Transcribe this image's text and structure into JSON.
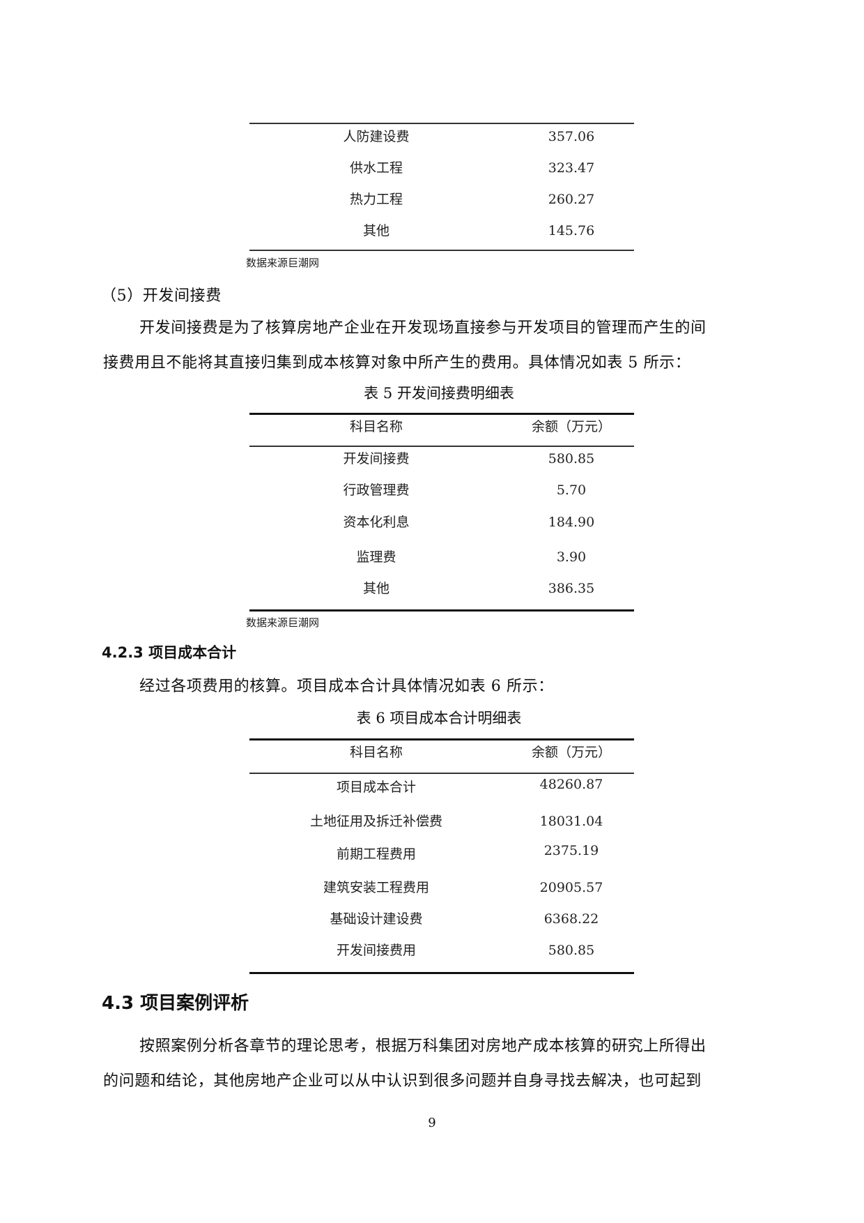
{
  "table_continued": {
    "rows": [
      {
        "name": "人防建设费",
        "value": "357.06"
      },
      {
        "name": "供水工程",
        "value": "323.47"
      },
      {
        "name": "热力工程",
        "value": "260.27"
      },
      {
        "name": "其他",
        "value": "145.76"
      }
    ],
    "source": "数据来源巨潮网"
  },
  "section_5": {
    "heading": "（5）开发间接费",
    "paragraph_line1": "开发间接费是为了核算房地产企业在开发现场直接参与开发项目的管理而产生的间",
    "paragraph_line2": "接费用且不能将其直接归集到成本核算对象中所产生的费用。具体情况如表 5 所示：",
    "table": {
      "caption": "表 5 开发间接费明细表",
      "headers": [
        "科目名称",
        "余额（万元）"
      ],
      "rows": [
        {
          "name": "开发间接费",
          "value": "580.85"
        },
        {
          "name": "行政管理费",
          "value": "5.70"
        },
        {
          "name": "资本化利息",
          "value": "184.90"
        },
        {
          "name": "监理费",
          "value": "3.90"
        },
        {
          "name": "其他",
          "value": "386.35"
        }
      ],
      "source": "数据来源巨潮网"
    }
  },
  "section_423": {
    "heading": "4.2.3 项目成本合计",
    "paragraph": "经过各项费用的核算。项目成本合计具体情况如表 6 所示：",
    "table": {
      "caption": "表 6  项目成本合计明细表",
      "headers": [
        "科目名称",
        "余额（万元）"
      ],
      "rows": [
        {
          "name": "项目成本合计",
          "value": "48260.87"
        },
        {
          "name": "土地征用及拆迁补偿费",
          "value": "18031.04"
        },
        {
          "name": "前期工程费用",
          "value": "2375.19"
        },
        {
          "name": "建筑安装工程费用",
          "value": "20905.57"
        },
        {
          "name": "基础设计建设费",
          "value": "6368.22"
        },
        {
          "name": "开发间接费用",
          "value": "580.85"
        }
      ]
    }
  },
  "section_43": {
    "heading": "4.3  项目案例评析",
    "paragraph_line1": "按照案例分析各章节的理论思考，根据万科集团对房地产成本核算的研究上所得出",
    "paragraph_line2": "的问题和结论，其他房地产企业可以从中认识到很多问题并自身寻找去解决，也可起到"
  },
  "page_number": "9"
}
